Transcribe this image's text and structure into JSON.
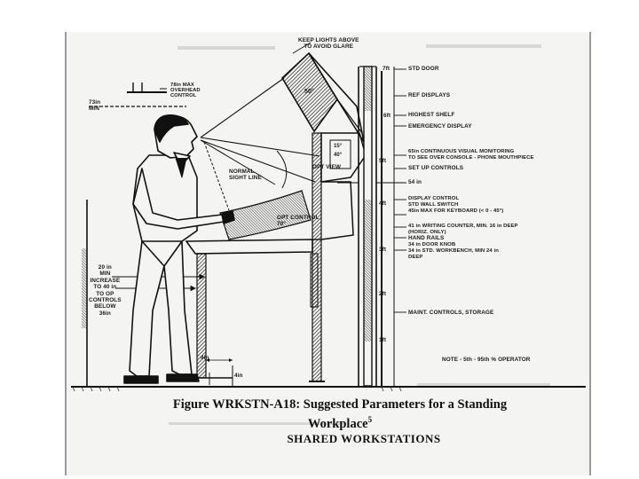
{
  "labels": {
    "keep_lights": "KEEP LIGHTS ABOVE\nTO AVOID GLARE",
    "angle_50": "50°",
    "angle_15": "15°",
    "angle_40": "40°",
    "overhead": "78in MAX\nOVERHEAD\nCONTROL",
    "min_73": "73in\nMIN",
    "normal_sight": "NORMAL\nSIGHT LINE",
    "opt_view": "OPT VIEW",
    "opt_control": "OPT CONTROL\n70°",
    "min_increase": "20 in\nMIN\nINCREASE\nTO 40 in\nTO OP\nCONTROLS\nBELOW\n36in",
    "depth_4in": "4in",
    "ft_7": "7ft",
    "ft_6": "6ft",
    "ft_5": "5ft",
    "ft_4": "4ft",
    "ft_3": "3ft",
    "ft_2": "2ft",
    "ft_1": "1ft",
    "std_door": "STD DOOR",
    "ref_displays": "REF DISPLAYS",
    "highest_shelf": "HIGHEST SHELF",
    "emergency_display": "EMERGENCY DISPLAY",
    "continuous_visual": "65in CONTINUOUS VISUAL MONITORING\nTO SEE OVER CONSOLE - PHONE MOUTHPIECE",
    "set_up_controls": "SET UP CONTROLS",
    "in_54": "54 in",
    "display_control": "DISPLAY CONTROL\nSTD WALL SWITCH\n45in MAX FOR KEYBOARD (< 0 - 45°)",
    "writing_counter": "41 in WRITING COUNTER, MIN. 16 in DEEP\n(HORIZ. ONLY)",
    "hand_rails": "HAND RAILS",
    "door_knob": "34 in DOOR KNOB\n34 in STD. WORKBENCH, MIN 24 in\nDEEP",
    "maint_controls": "MAINT. CONTROLS, STORAGE",
    "note": "NOTE - 5th - 95th % OPERATOR"
  },
  "caption": {
    "line1": "Figure WRKSTN-A18: Suggested Parameters for a Standing",
    "line2": "Workplace",
    "superscript": "5",
    "subtitle": "SHARED WORKSTATIONS"
  }
}
